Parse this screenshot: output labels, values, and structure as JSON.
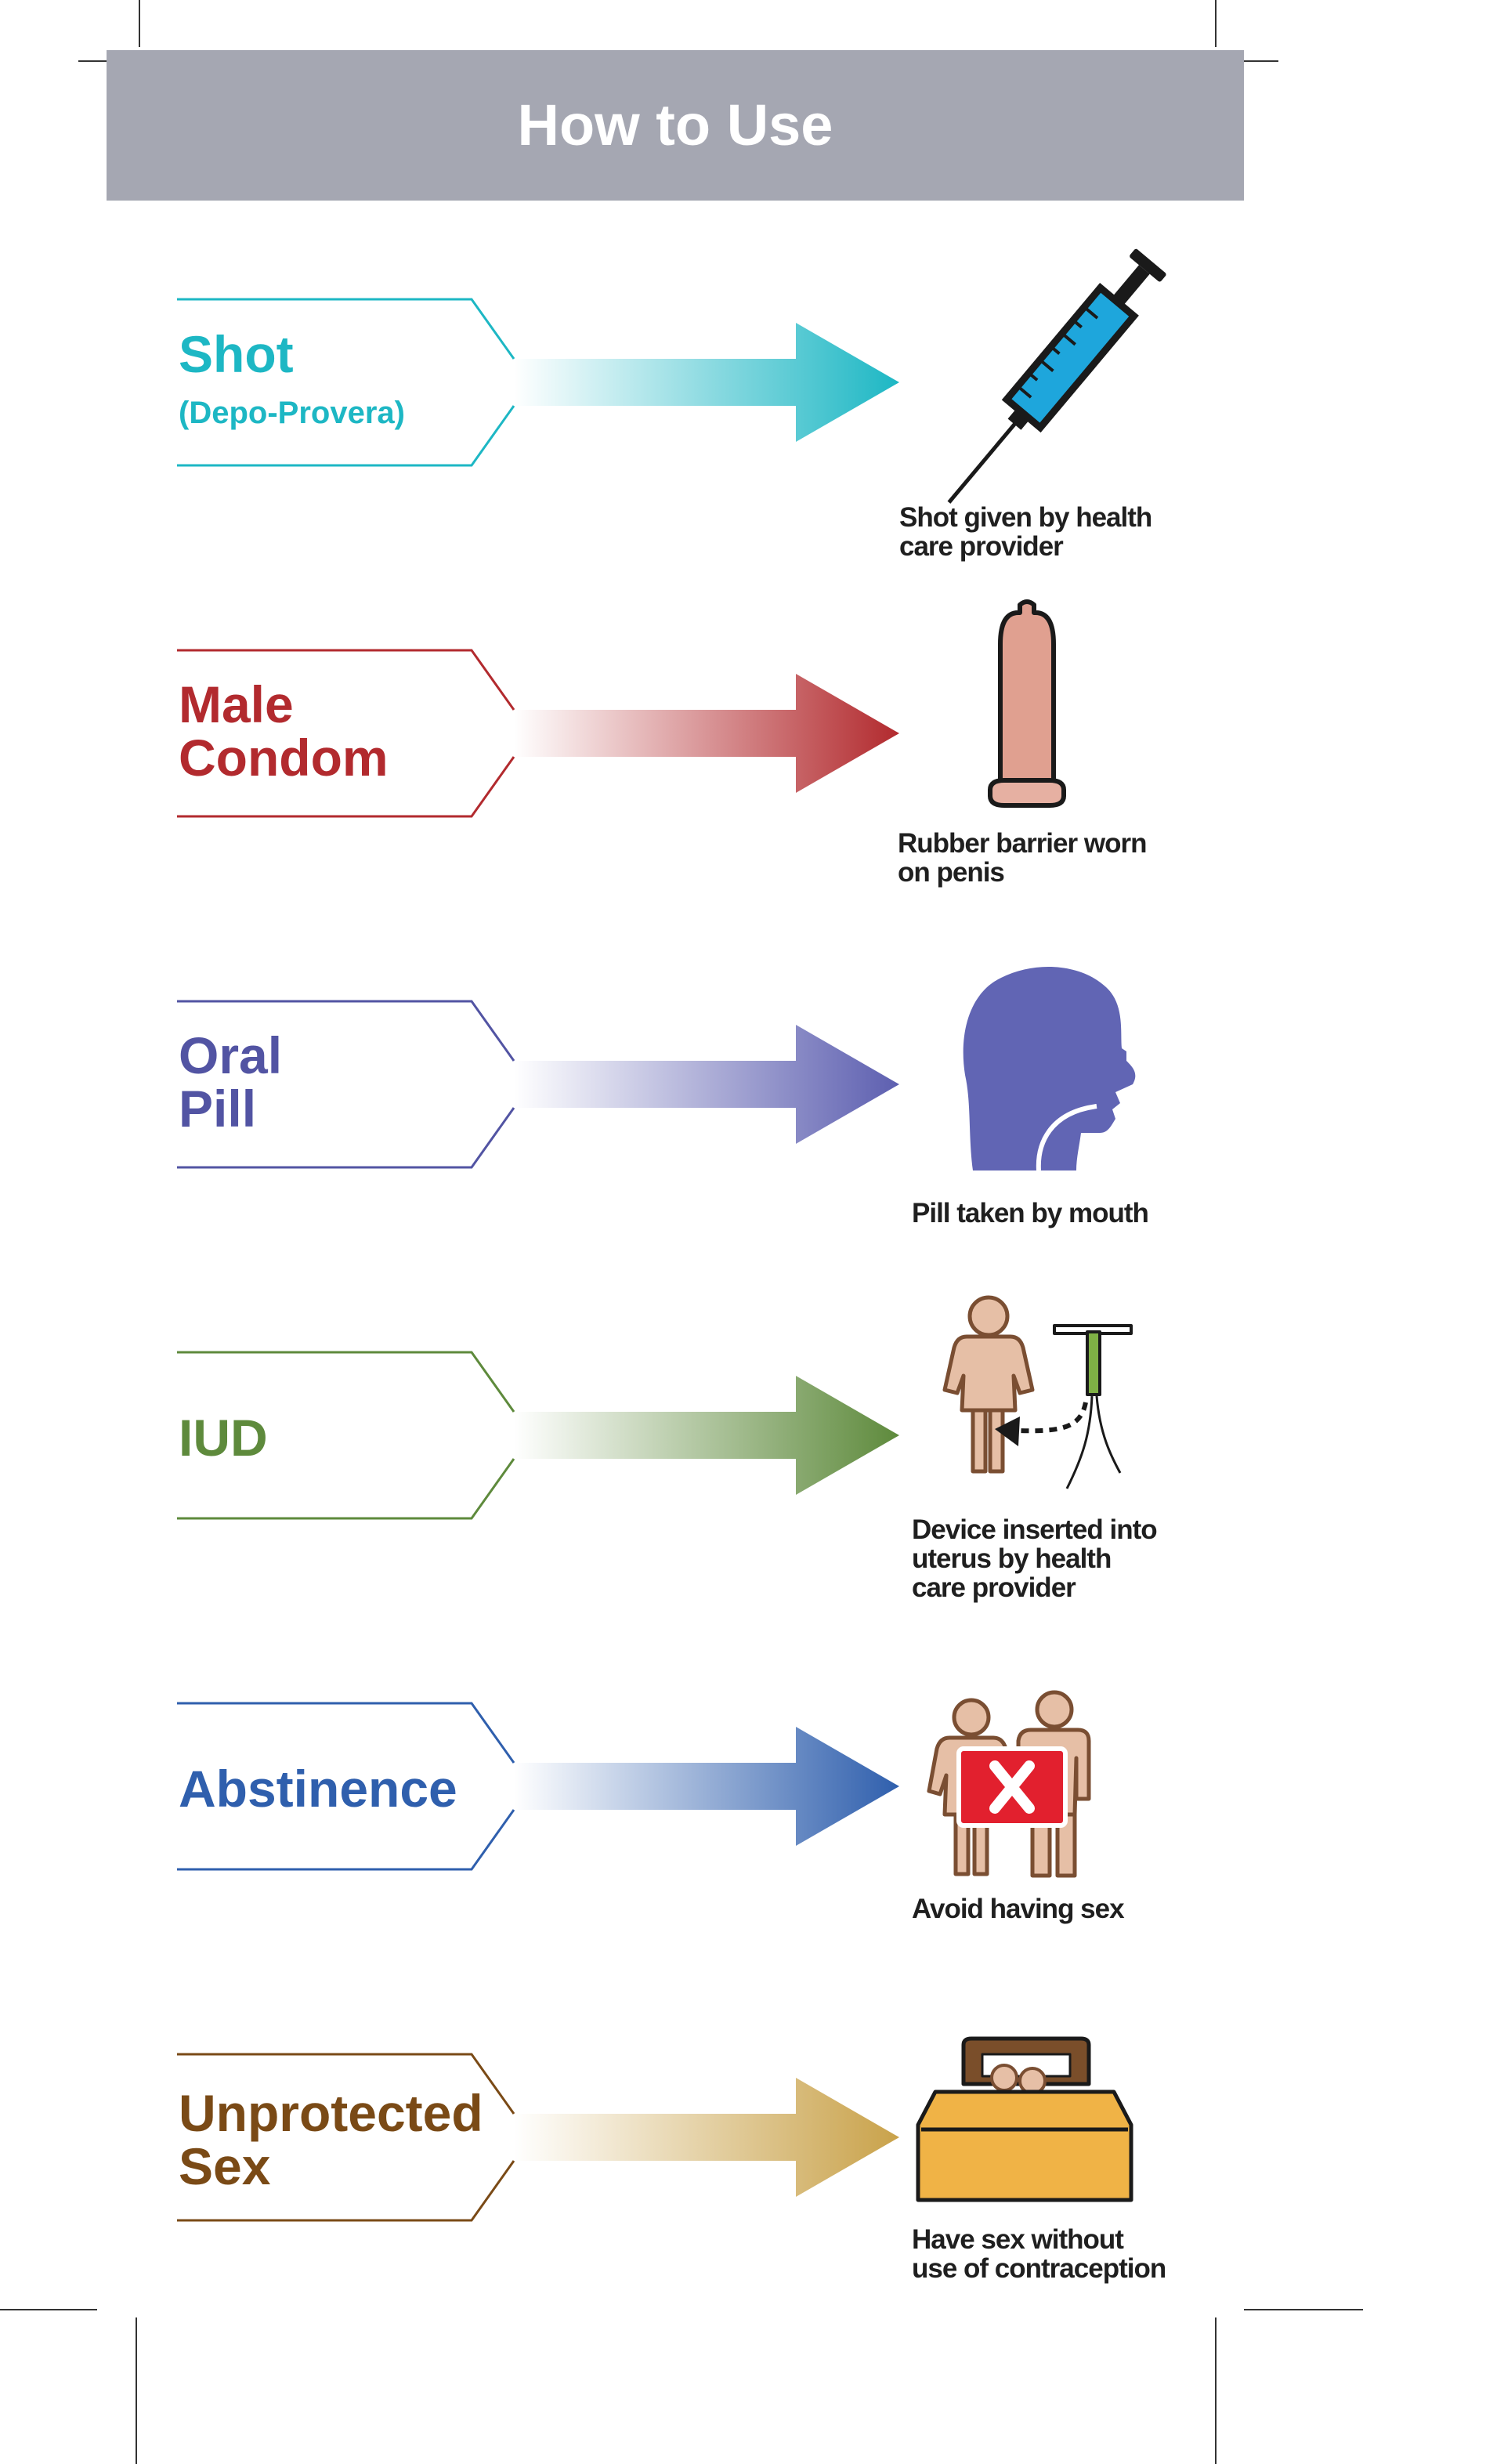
{
  "header": {
    "title": "How to Use"
  },
  "methods": [
    {
      "key": "shot",
      "name_lines": [
        "Shot"
      ],
      "sub": "(Depo-Provera)",
      "color": "#1db7c4",
      "icon": "syringe-icon",
      "caption_lines": [
        "Shot given by health",
        "care provider"
      ]
    },
    {
      "key": "male-condom",
      "name_lines": [
        "Male",
        "Condom"
      ],
      "sub": "",
      "color": "#b22a2e",
      "icon": "condom-icon",
      "caption_lines": [
        "Rubber barrier worn",
        "on penis"
      ]
    },
    {
      "key": "oral-pill",
      "name_lines": [
        "Oral",
        "Pill"
      ],
      "sub": "",
      "color": "#5254a3",
      "icon": "head-profile-icon",
      "caption_lines": [
        "Pill taken by mouth"
      ]
    },
    {
      "key": "iud",
      "name_lines": [
        "IUD"
      ],
      "sub": "",
      "color": "#5e8a3c",
      "icon": "iud-insertion-icon",
      "caption_lines": [
        "Device inserted into",
        "uterus by health",
        "care provider"
      ]
    },
    {
      "key": "abstinence",
      "name_lines": [
        "Abstinence"
      ],
      "sub": "",
      "color": "#2f5fad",
      "icon": "couple-x-icon",
      "caption_lines": [
        "Avoid having sex"
      ]
    },
    {
      "key": "unprotected-sex",
      "name_lines": [
        "Unprotected",
        "Sex"
      ],
      "sub": "",
      "color": "#7a4a16",
      "icon": "bed-couple-icon",
      "caption_lines": [
        "Have sex without",
        "use of contraception"
      ]
    }
  ],
  "colors": {
    "banner": "#a5a7b2",
    "arrow_shot": "#1db7c4",
    "arrow_condom": "#b22a2e",
    "arrow_pill": "#5d5fb0",
    "arrow_iud": "#5e8a3c",
    "arrow_abstinence": "#2f5fad",
    "arrow_unprotected": "#c9a24a",
    "figure_skin": "#e6bfa6",
    "figure_outline": "#7a4e32"
  }
}
